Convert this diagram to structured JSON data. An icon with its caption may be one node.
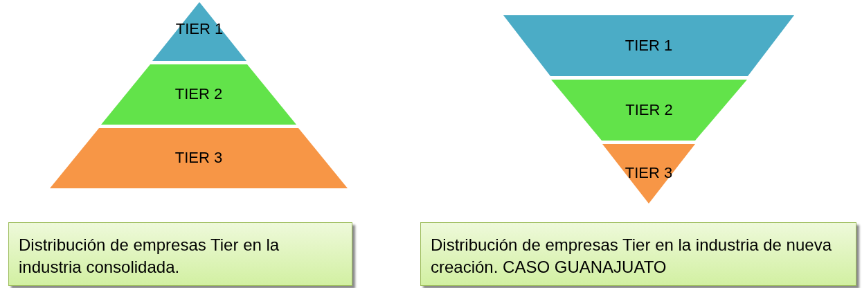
{
  "diagram": {
    "nodes": [
      {
        "text": [
          "TIER 1"
        ]
      },
      {
        "text": [
          "TIER 2"
        ]
      },
      {
        "text": [
          "TIER 3"
        ]
      },
      {
        "text": [
          "TIER 1"
        ]
      },
      {
        "text": [
          "TIER 2"
        ]
      },
      {
        "text": [
          "TIER 3"
        ]
      },
      {
        "text": [
          "Distribución de empresas Tier en la industria  consolidada."
        ]
      },
      {
        "text": [
          "Distribución de empresas Tier en la industria de nueva creación.  CASO GUANAJUATO"
        ]
      }
    ]
  }
}
